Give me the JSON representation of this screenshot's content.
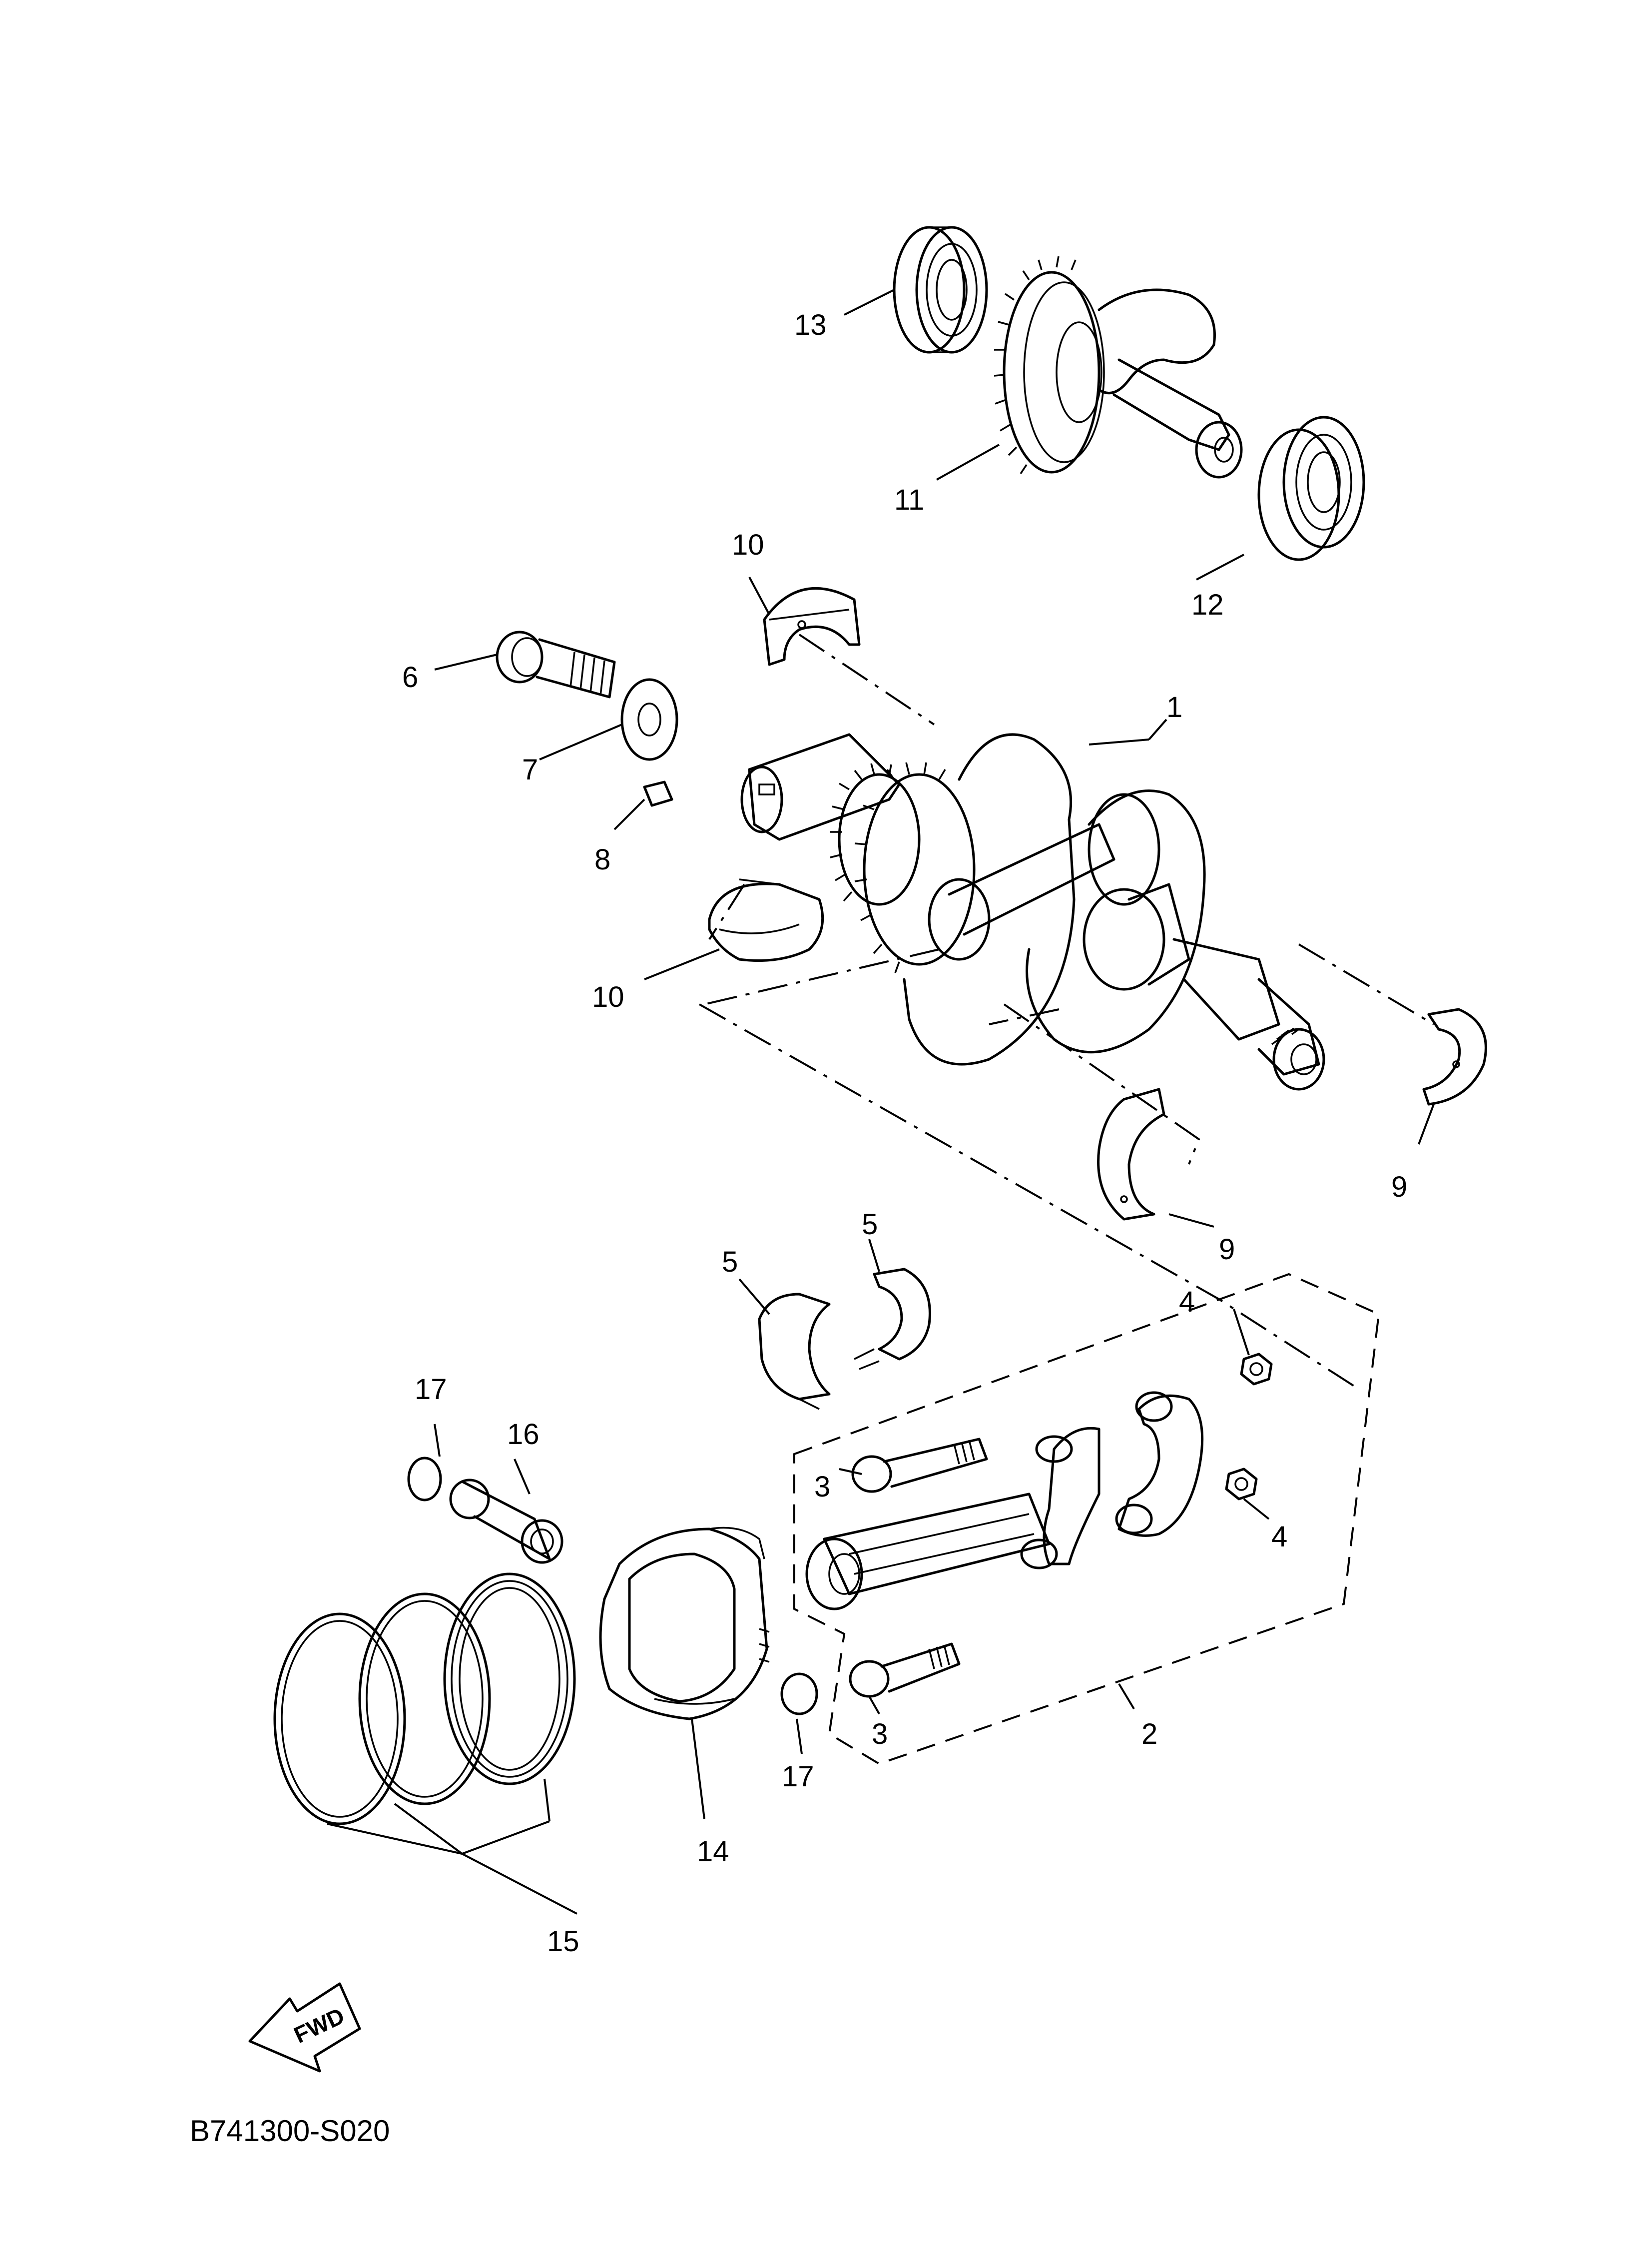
{
  "diagram_code": "B741300-S020",
  "direction_label": "FWD",
  "callouts": {
    "p1": "1",
    "p2": "2",
    "p3a": "3",
    "p3b": "3",
    "p4a": "4",
    "p4b": "4",
    "p5a": "5",
    "p5b": "5",
    "p6": "6",
    "p7": "7",
    "p8": "8",
    "p9a": "9",
    "p9b": "9",
    "p10a": "10",
    "p10b": "10",
    "p11": "11",
    "p12": "12",
    "p13": "13",
    "p14": "14",
    "p15": "15",
    "p16": "16",
    "p17a": "17",
    "p17b": "17"
  }
}
